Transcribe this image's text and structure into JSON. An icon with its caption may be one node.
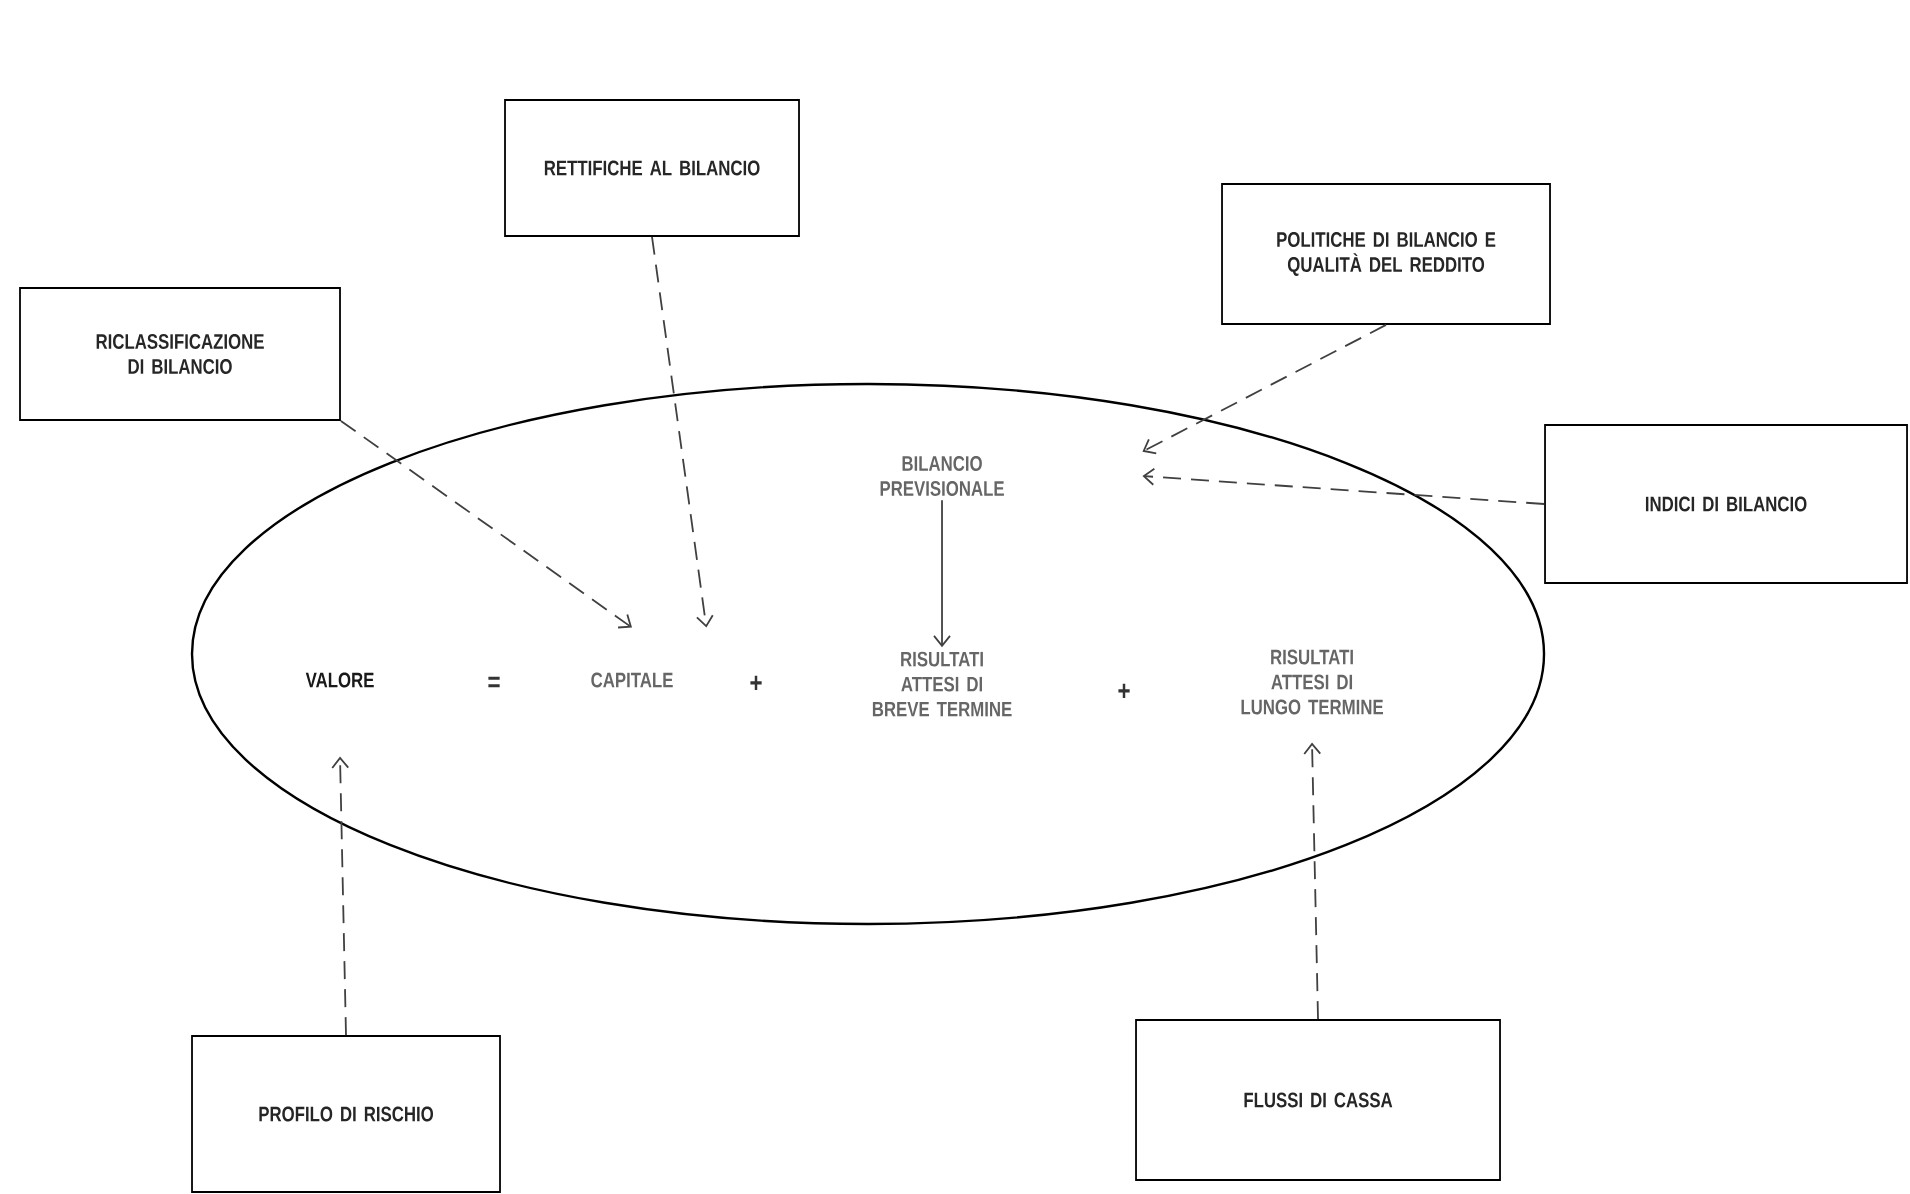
{
  "diagram": {
    "nodes": [
      {
        "text": [],
        "shape": "ellipse"
      },
      {
        "text": [
          "RETTIFICHE AL BILANCIO"
        ]
      },
      {
        "text": [
          "POLITICHE DI BILANCIO E QUALITÀ DEL REDDITO"
        ]
      },
      {
        "text": [
          "RICLASSIFICAZIONE DI BILANCIO"
        ]
      },
      {
        "text": [
          "BILANCIO PREVISIONALE"
        ],
        "in": 0
      },
      {
        "text": [
          "INDICI DI BILANCIO"
        ]
      },
      {
        "text": [
          "VALORE"
        ],
        "in": 0
      },
      {
        "text": [
          "CAPITALE"
        ],
        "in": 0
      },
      {
        "text": [
          "RISULTATI ATTESI DI BREVE TERMINE"
        ],
        "in": 0
      },
      {
        "text": [
          "RISULTATI ATTESI DI LUNGO TERMINE"
        ],
        "in": 0
      },
      {
        "text": [
          "PROFILO DI RISCHIO"
        ]
      },
      {
        "text": [
          "FLUSSI DI CASSA"
        ]
      }
    ],
    "edges": [
      {
        "from": 3,
        "to": 7,
        "arrow": "to",
        "style": "dashed"
      },
      {
        "from": 1,
        "to": 7,
        "arrow": "to",
        "style": "dashed"
      },
      {
        "from": 2,
        "to": 4,
        "arrow": "to",
        "style": "dashed"
      },
      {
        "from": 5,
        "to": 4,
        "arrow": "to",
        "style": "dashed"
      },
      {
        "from": 4,
        "to": 8,
        "arrow": "to"
      },
      {
        "from": 10,
        "to": 6,
        "arrow": "to",
        "style": "dashed"
      },
      {
        "from": 11,
        "to": 9,
        "arrow": "to",
        "style": "dashed"
      }
    ],
    "labels": [
      "=",
      "+",
      "+"
    ]
  }
}
